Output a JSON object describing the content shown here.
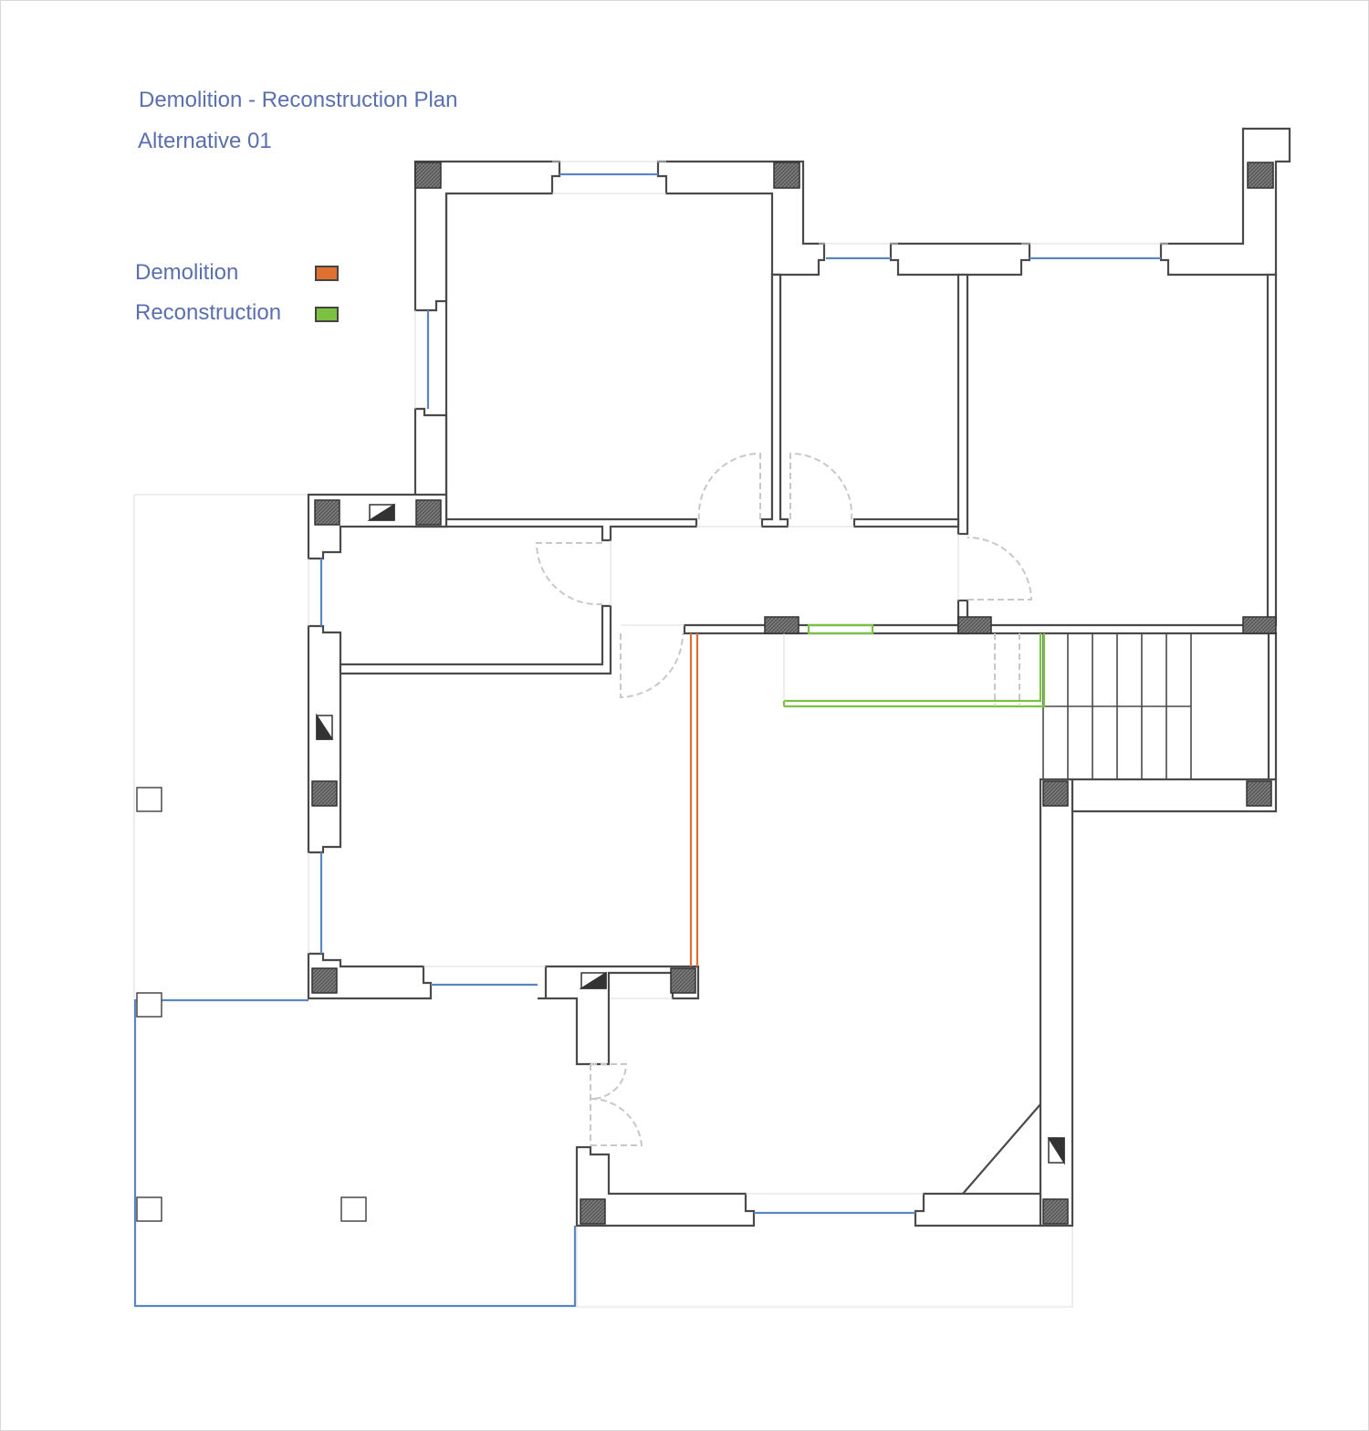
{
  "header": {
    "title": "Demolition - Reconstruction Plan",
    "subtitle": "Alternative 01"
  },
  "legend": {
    "items": [
      {
        "label": "Demolition",
        "color": "#e07030"
      },
      {
        "label": "Reconstruction",
        "color": "#7cc242"
      }
    ]
  },
  "colors": {
    "wall": "#4a4a4a",
    "column": "#555555",
    "window": "#5b86c0",
    "door": "#c8c8c8",
    "faint": "#dcdcdc",
    "demolition": "#e07030",
    "reconstruction": "#7cc242"
  }
}
